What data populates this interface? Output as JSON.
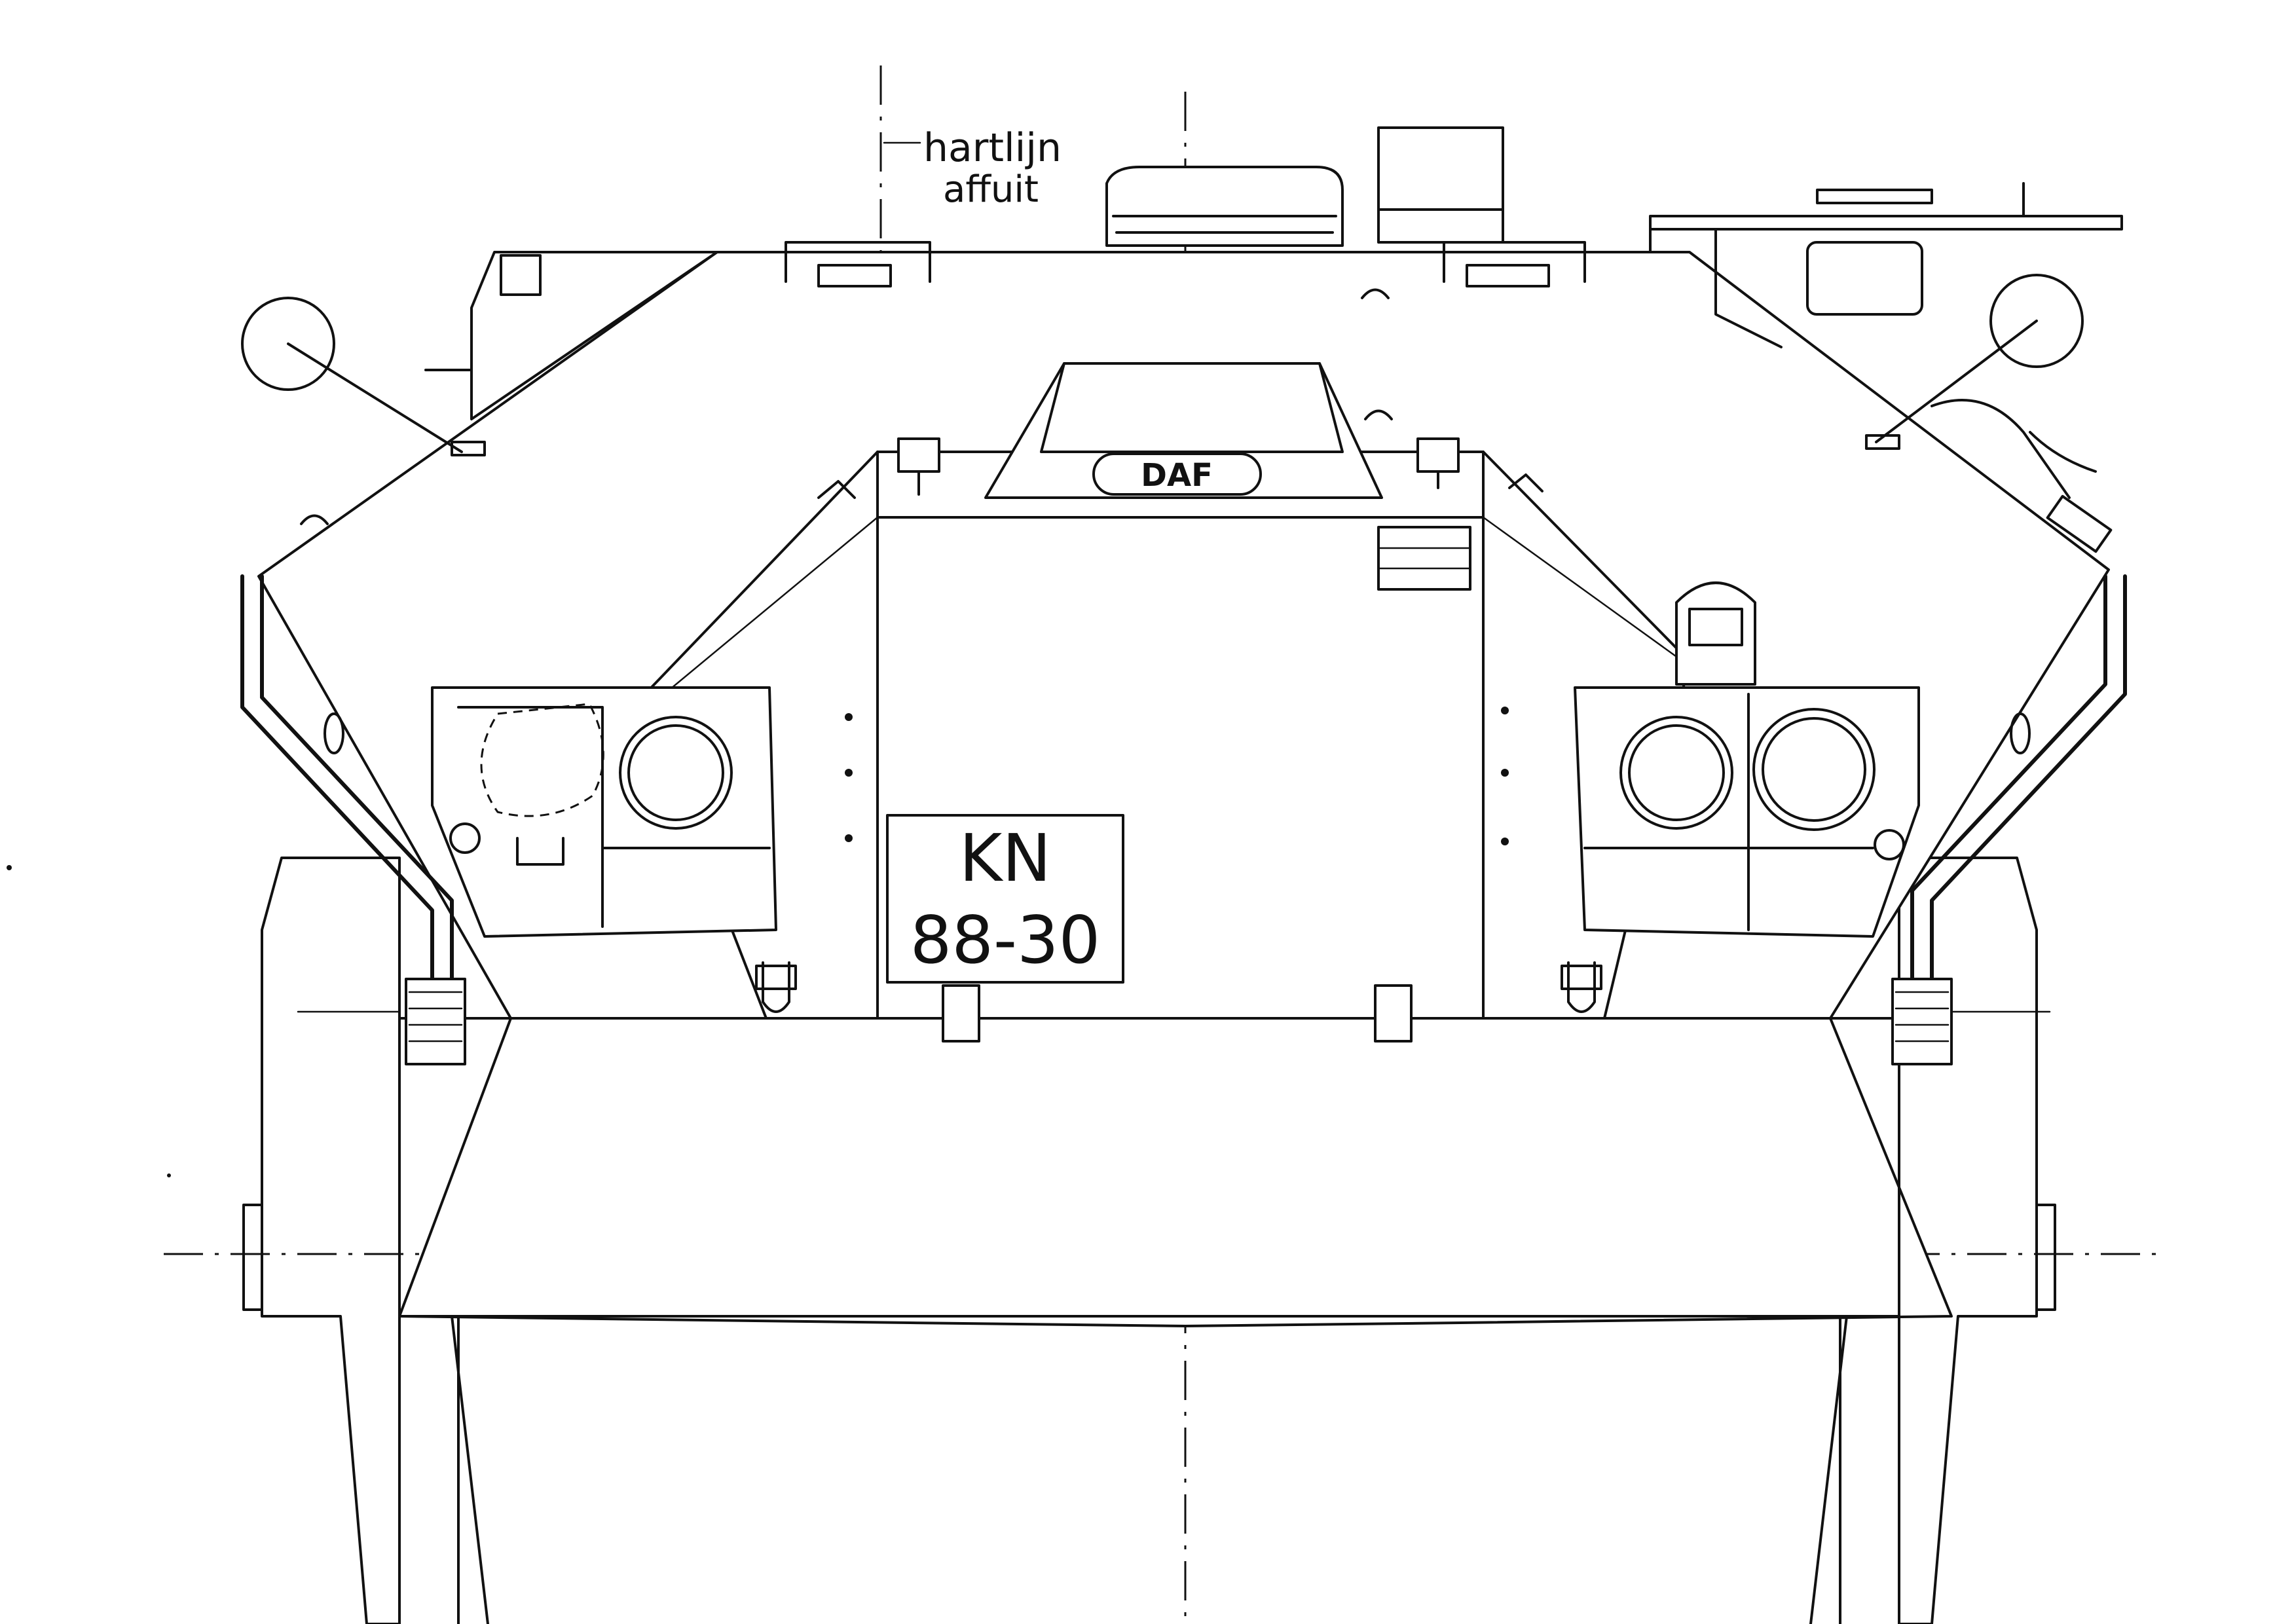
{
  "annotation": {
    "line1": "hartlijn",
    "line2": "affuit"
  },
  "badge": {
    "text": "DAF"
  },
  "plate": {
    "line1": "KN",
    "line2": "88-30"
  },
  "colors": {
    "ink": "#111111",
    "paper": "#ffffff"
  }
}
